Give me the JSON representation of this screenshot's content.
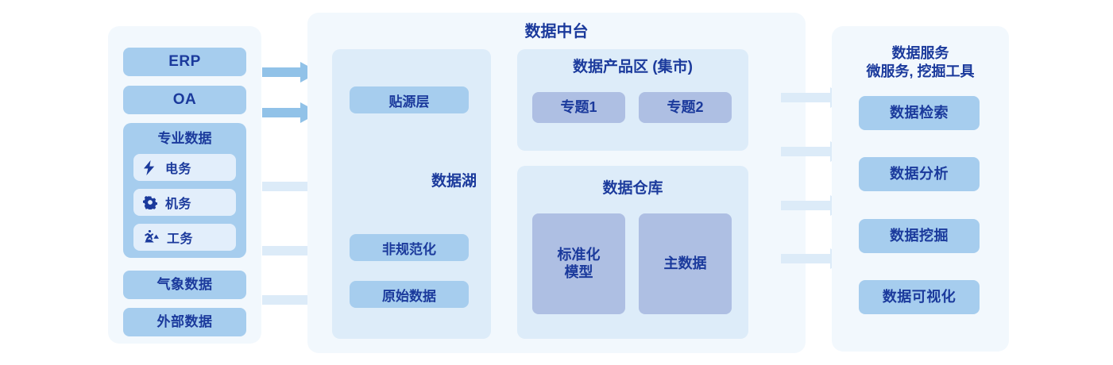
{
  "diagram": {
    "left_panel": {
      "name": "data-sources",
      "items": [
        {
          "label": "ERP"
        },
        {
          "label": "OA"
        }
      ],
      "pro_group": {
        "title": "专业数据",
        "items": [
          {
            "label": "电务",
            "icon": "lightning-bolt-icon"
          },
          {
            "label": "机务",
            "icon": "gear-icon"
          },
          {
            "label": "工务",
            "icon": "construction-worker-icon"
          }
        ]
      },
      "items_bottom": [
        {
          "label": "气象数据"
        },
        {
          "label": "外部数据"
        }
      ]
    },
    "middle_panel": {
      "title": "数据中台",
      "data_lake": {
        "label": "数据湖",
        "chips": [
          {
            "label": "贴源层"
          },
          {
            "label": "非规范化"
          },
          {
            "label": "原始数据"
          }
        ]
      },
      "product_zone": {
        "title": "数据产品区 (集市)",
        "chips": [
          {
            "label": "专题1"
          },
          {
            "label": "专题2"
          }
        ]
      },
      "warehouse": {
        "title": "数据仓库",
        "chips": [
          {
            "label": "标准化\n模型"
          },
          {
            "label": "主数据"
          }
        ]
      }
    },
    "right_panel": {
      "title": "数据服务\n微服务, 挖掘工具",
      "items": [
        {
          "label": "数据检索"
        },
        {
          "label": "数据分析"
        },
        {
          "label": "数据挖掘"
        },
        {
          "label": "数据可视化"
        }
      ]
    },
    "arrows_left": [
      {
        "tone": "strong"
      },
      {
        "tone": "strong"
      },
      {
        "tone": "faint"
      },
      {
        "tone": "faint"
      },
      {
        "tone": "faint"
      }
    ],
    "arrows_right": [
      {
        "tone": "faint"
      },
      {
        "tone": "faint"
      },
      {
        "tone": "faint"
      },
      {
        "tone": "faint"
      }
    ],
    "colors": {
      "panel_bg": "#f2f8fd",
      "subpanel_bg": "#ddecf9",
      "chip_bg": "#a6cdee",
      "chip_inner_bg": "#e2eefb",
      "violet_chip_bg": "#aebfe3",
      "text": "#1b3a9c",
      "arrow_strong": "#91c2e8",
      "arrow_faint": "#dcebf8"
    }
  }
}
